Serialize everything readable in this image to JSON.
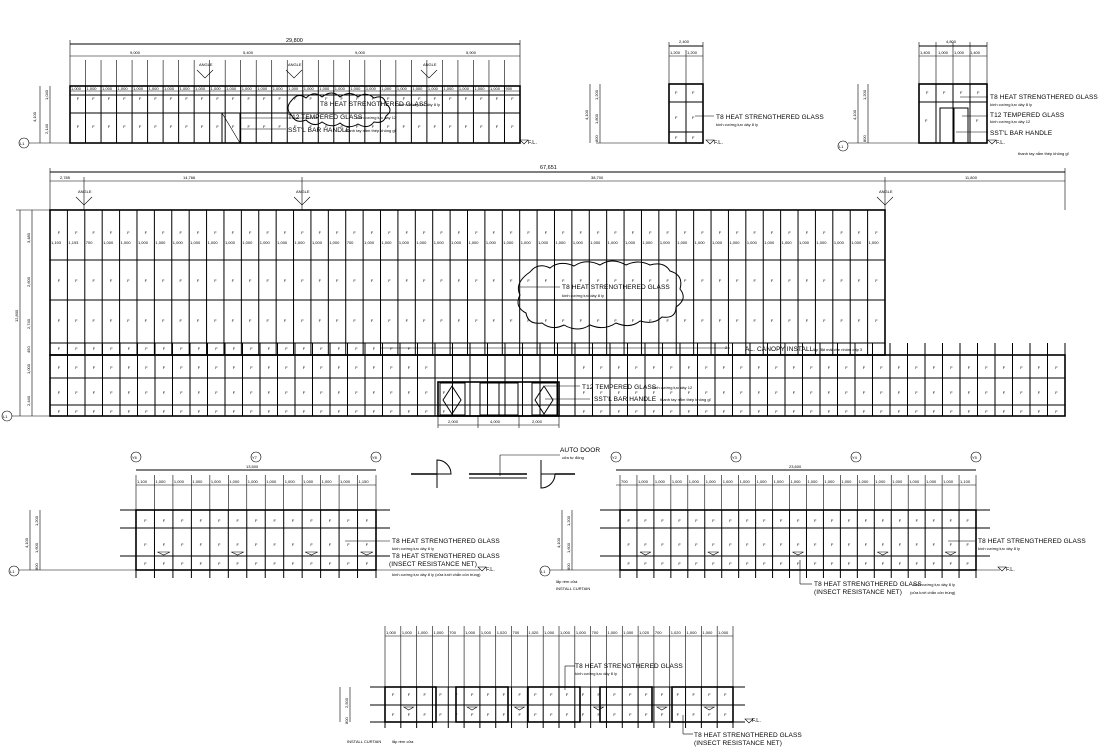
{
  "elevation_top_left": {
    "overall_dim": "29,800",
    "bay_dims": [
      "9,000",
      "5,400",
      "9,000",
      "5,900"
    ],
    "height_dims": [
      "4,100",
      "1,040",
      "2,140"
    ],
    "panel_dims": [
      "1,000",
      "1,000",
      "1,000",
      "1,000",
      "1,000",
      "1,000",
      "1,000",
      "1,000",
      "1,000",
      "1,000",
      "1,000",
      "1,000",
      "1,000",
      "1,000",
      "1,000",
      "1,000",
      "1,000",
      "1,000",
      "1,000",
      "1,000",
      "1,000",
      "1,000",
      "1,000",
      "1,000",
      "1,000",
      "1,000",
      "1,000",
      "1,000",
      "900"
    ],
    "angle_labels": [
      "ANGLE",
      "ANGLE",
      "ANGLE"
    ],
    "notes": [
      {
        "en": "T8 HEAT STRENGTHERED GLASS",
        "vn": "kính cường lực dày 8 ly"
      },
      {
        "en": "T12 TEMPERED GLASS",
        "vn": "kính cường lực dày 12"
      },
      {
        "en": "SST'L BAR HANDLE",
        "vn": "thanh tay nắm thép không gỉ"
      }
    ],
    "grid_label": "L1",
    "fl_label": "F.L."
  },
  "elevation_top_mid": {
    "overall_dim": "2,400",
    "panel_dims": [
      "1,200",
      "1,200"
    ],
    "height_dims": [
      "4,100",
      "1,200",
      "1,800",
      "800"
    ],
    "note": {
      "en": "T8 HEAT STRENGTHERED GLASS",
      "vn": "kính cường lực dày 8 ly"
    },
    "fl_label": "F.L."
  },
  "elevation_top_right": {
    "overall_dim": "4,800",
    "panel_dims": [
      "1,400",
      "1,000",
      "1,000",
      "1,400"
    ],
    "height_dims": [
      "4,100",
      "1,200",
      "800"
    ],
    "notes": [
      {
        "en": "T8 HEAT STRENGTHERED GLASS",
        "vn": "kính cường lực dày 8 ly"
      },
      {
        "en": "T12 TEMPERED GLASS",
        "vn": "kính cường lực dày 12"
      },
      {
        "en": "SST'L BAR HANDLE",
        "vn": "thanh tay nắm thép không gỉ"
      }
    ],
    "grid_label": "L1",
    "fl_label": "F.L."
  },
  "elevation_main": {
    "overall_dim": "67,651",
    "segment_dims": [
      "2,785",
      "14,766",
      "38,700",
      "11,800"
    ],
    "angle_labels": [
      "ANGLE",
      "ANGLE",
      "ANGLE"
    ],
    "height_dims": [
      "12,800",
      "3,480",
      "2,600",
      "2,740",
      "450",
      "1,000",
      "2,440"
    ],
    "panel_dims": [
      "1,193",
      "1,193",
      "700",
      "1,000",
      "1,000",
      "1,000",
      "1,000",
      "1,000",
      "1,000",
      "1,000",
      "1,000",
      "1,000",
      "1,000",
      "1,000",
      "1,000",
      "1,000",
      "1,000",
      "700",
      "1,000",
      "1,000",
      "1,000",
      "1,000",
      "1,000",
      "1,000",
      "1,000",
      "1,000",
      "1,000",
      "1,000",
      "1,000",
      "1,000",
      "1,000",
      "1,000",
      "1,000",
      "1,000",
      "1,000",
      "1,000",
      "1,000",
      "1,000",
      "1,000",
      "1,000",
      "1,000",
      "1,000",
      "1,000",
      "1,000",
      "1,000",
      "1,000",
      "1,000",
      "1,000"
    ],
    "door_dims": [
      "2,000",
      "4,000",
      "2,000"
    ],
    "cloud_note": {
      "en": "T8 HEAT STRENGTHERED GLASS",
      "vn": "kính cường lực dày 8 ly"
    },
    "canopy_note": {
      "en": "AL. CANOPY INSTALL",
      "vn": "lắp đặt mái che nhôm cấp 3"
    },
    "door_notes": [
      {
        "en": "T12 TEMPERED GLASS",
        "vn": "kính cường lực dày 12"
      },
      {
        "en": "SST'L BAR HANDLE",
        "vn": "thanh tay nắm thép không gỉ"
      }
    ],
    "grid_label": "L1"
  },
  "auto_door": {
    "en": "AUTO DOOR",
    "vn": "cửa tự động"
  },
  "elevation_bottom_left": {
    "grid_labels": [
      "Y6",
      "Y7",
      "Y8"
    ],
    "overall_dim": "13,500",
    "panel_dims": [
      "1,100",
      "1,000",
      "1,000",
      "1,000",
      "1,000",
      "1,000",
      "1,000",
      "1,000",
      "1,000",
      "1,000",
      "1,000",
      "1,000",
      "1,150"
    ],
    "height_dims": [
      "4,100",
      "1,200",
      "1,600",
      "800"
    ],
    "notes": [
      {
        "en": "T8 HEAT STRENGTHERED GLASS",
        "vn": "kính cường lực dày 8 ly"
      },
      {
        "en": "T8 HEAT STRENGTHERED GLASS",
        "vn": ""
      },
      {
        "en": "(INSECT RESISTANCE NET)",
        "vn": "kính cường lực dày 8 ly (cửa lưới chắn côn trùng)"
      }
    ],
    "fl_label": "F.L.",
    "level_label": "L1"
  },
  "elevation_bottom_right": {
    "grid_labels": [
      "Y2",
      "Y3",
      "Y4",
      "Y5"
    ],
    "overall_dim": "23,600",
    "panel_dims": [
      "700",
      "1,000",
      "1,000",
      "1,000",
      "1,000",
      "1,000",
      "1,000",
      "1,000",
      "1,000",
      "1,000",
      "1,000",
      "1,000",
      "1,000",
      "1,000",
      "1,000",
      "1,000",
      "1,000",
      "1,000",
      "1,000",
      "1,000",
      "1,100"
    ],
    "height_dims": [
      "4,100",
      "1,200",
      "1,600",
      "800"
    ],
    "notes": [
      {
        "en": "T8 HEAT STRENGTHERED GLASS",
        "vn": "kính cường lực dày 8 ly"
      },
      {
        "en": "T8 HEAT STRENGTHERED GLASS",
        "vn": "kính cường lực dày 8 ly"
      },
      {
        "en": "(INSECT RESISTANCE NET)",
        "vn": "(cửa lưới chắn côn trùng)"
      }
    ],
    "curtain_note": {
      "en": "INSTALL CURTAIN",
      "vn": "lắp rèm cửa"
    },
    "fl_label": "F.L.",
    "level_label": "L1"
  },
  "elevation_bottom_center": {
    "panel_dims": [
      "1,000",
      "1,000",
      "1,000",
      "1,000",
      "700",
      "1,000",
      "1,000",
      "1,020",
      "700",
      "1,020",
      "1,000",
      "1,000",
      "1,000",
      "700",
      "1,000",
      "1,000",
      "1,020",
      "700",
      "1,020",
      "1,000",
      "1,000",
      "1,000"
    ],
    "height_dims": [
      "2,500",
      "800"
    ],
    "notes": [
      {
        "en": "T8 HEAT STRENGTHERED GLASS",
        "vn": "kính cường lực dày 8 ly"
      },
      {
        "en": "T8 HEAT STRENGTHERED GLASS",
        "vn": ""
      },
      {
        "en": "(INSECT RESISTANCE NET)",
        "vn": ""
      }
    ],
    "curtain_note": {
      "en": "INSTALL CURTAIN",
      "vn": "lắp rèm cửa"
    },
    "fl_label": "F.L."
  }
}
